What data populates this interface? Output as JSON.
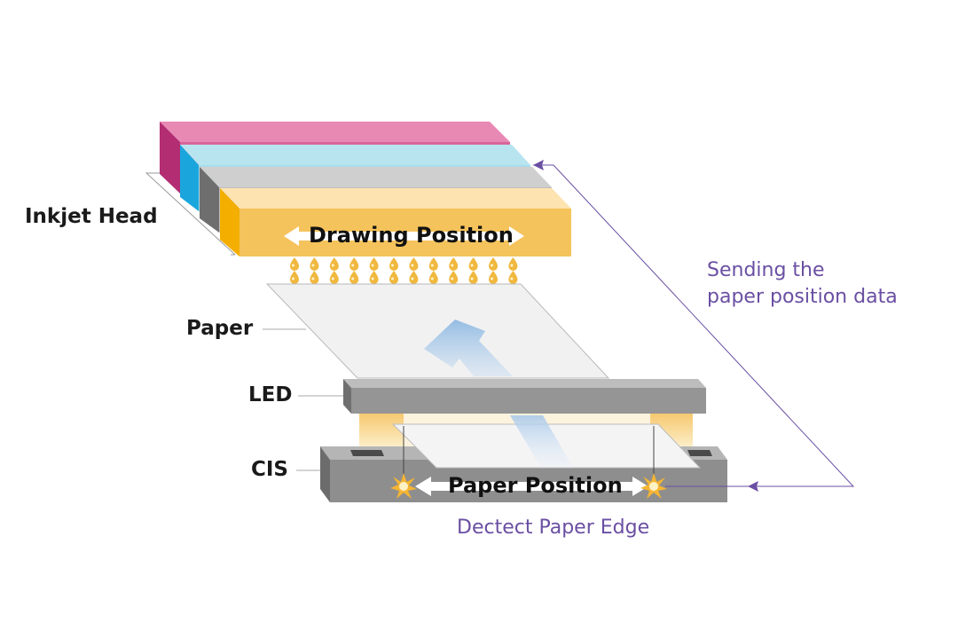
{
  "labels": {
    "inkjet_head": "Inkjet Head",
    "paper": "Paper",
    "led": "LED",
    "cis": "CIS",
    "drawing_position": "Drawing Position",
    "paper_position": "Paper Position",
    "sending_line1": "Sending the",
    "sending_line2": "paper position data",
    "detect_edge": "Dectect Paper Edge"
  },
  "colors": {
    "magenta": "#d8649b",
    "cyan": "#1aa6dc",
    "gray": "#8c8c8c",
    "yellow": "#f5c35c",
    "callout": "#6a4fa3",
    "arrow": "#8fb9e2"
  }
}
